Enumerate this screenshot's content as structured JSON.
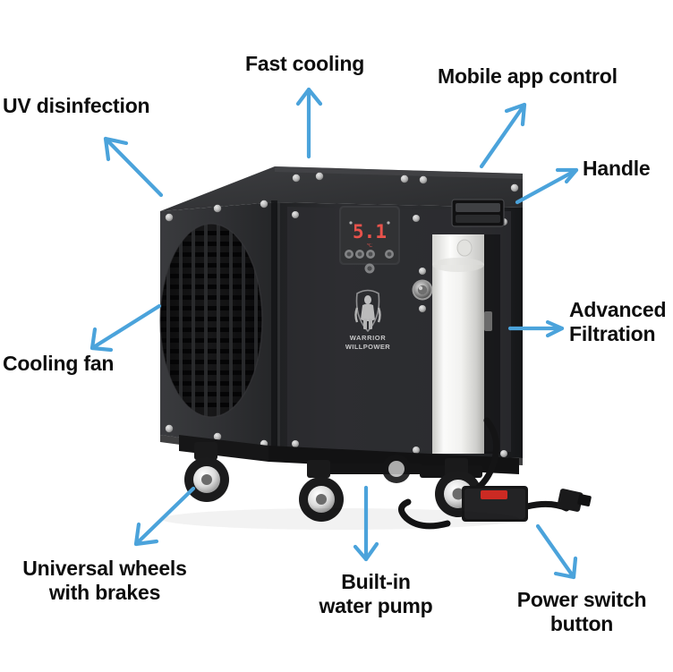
{
  "page": {
    "background": "#ffffff",
    "arrow_color": "#4ba3db",
    "text_color": "#0e0e0e",
    "title_hidden": ""
  },
  "annotations": [
    {
      "id": "uv-disinfection",
      "label": "UV disinfection",
      "direction": "up-left"
    },
    {
      "id": "fast-cooling",
      "label": "Fast cooling",
      "direction": "up"
    },
    {
      "id": "mobile-app",
      "label": "Mobile app control",
      "direction": "up-right"
    },
    {
      "id": "handle",
      "label": "Handle",
      "direction": "up-right"
    },
    {
      "id": "advanced-filtration",
      "label": "Advanced\nFiltration",
      "direction": "right"
    },
    {
      "id": "cooling-fan",
      "label": "Cooling fan",
      "direction": "down-left"
    },
    {
      "id": "universal-wheels",
      "label": "Universal wheels\nwith brakes",
      "direction": "down-left"
    },
    {
      "id": "water-pump",
      "label": "Built-in\nwater pump",
      "direction": "down"
    },
    {
      "id": "power-switch",
      "label": "Power switch\nbutton",
      "direction": "down-right"
    }
  ],
  "product": {
    "name": "portable water chiller",
    "body_color": "#2b2c2e",
    "panel_color": "#333437",
    "brand": {
      "line1": "WARRIOR",
      "line2": "WILLPOWER"
    },
    "display": {
      "value": "5.1",
      "unit": "℃",
      "led_color": "#e8524b",
      "buttons": 5
    },
    "filter": {
      "housing_color": "#f2f2f0",
      "cap_color": "#e4e4e2"
    },
    "power_switch": {
      "box_color": "#161617",
      "rocker_color": "#cc2a23"
    },
    "casters": {
      "count": 4,
      "tire_color": "#1b1b1c",
      "hub_color": "#e9e9e9"
    }
  }
}
